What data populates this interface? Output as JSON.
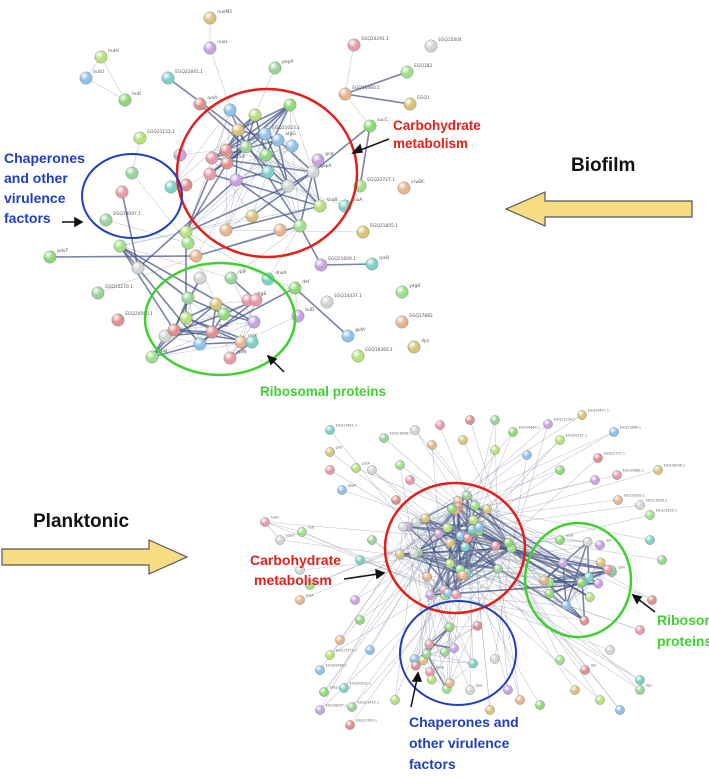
{
  "colors": {
    "carbohydrate": "#e0201a",
    "chaperones": "#1f3fbf",
    "ribosomal": "#3fd12f",
    "black": "#111111",
    "arrow_fill": "#f8dc82",
    "arrow_stroke": "#555555"
  },
  "labels": {
    "biofilm": "Biofilm",
    "planktonic": "Planktonic"
  },
  "top_network": {
    "carb": [
      "Carbohydrate",
      "metabolism"
    ],
    "chap": [
      "Chaperones",
      "and other",
      "virulence",
      "factors"
    ],
    "ribo": "Ribosomal proteins",
    "nodes": [
      {
        "t": "nuoM2"
      },
      {
        "t": "hutH"
      },
      {
        "t": "hutU"
      },
      {
        "t": "hutI"
      },
      {
        "t": "nuoL"
      },
      {
        "t": "EGQ21841.1"
      },
      {
        "t": "pepP"
      },
      {
        "t": "aroA"
      },
      {
        "t": "EGQ20291.1"
      },
      {
        "t": "EGQ15404"
      },
      {
        "t": "EGQ182"
      },
      {
        "t": "EGQ16460.1"
      },
      {
        "t": "EGQ1"
      },
      {
        "t": "EGQ21152.1"
      },
      {
        "t": "EGQ21023.1"
      },
      {
        "t": "sucC"
      },
      {
        "t": "gnd"
      },
      {
        "t": "tnaA"
      },
      {
        "t": "EGQ18097.1"
      },
      {
        "t": "pckA"
      },
      {
        "t": "glsA"
      },
      {
        "t": "gapA"
      },
      {
        "t": "EGQ22727.1"
      },
      {
        "t": "crwBC"
      },
      {
        "t": "EGQ21855.1"
      },
      {
        "t": "tnaB"
      },
      {
        "t": "atpG"
      },
      {
        "t": "pdxT"
      },
      {
        "t": "EGQ21609.1"
      },
      {
        "t": "rpsB"
      },
      {
        "t": "EGQ15270.1"
      },
      {
        "t": "EGQ20560.1"
      },
      {
        "t": "ybgB"
      },
      {
        "t": "EGQ14437.1"
      },
      {
        "t": "yagB"
      },
      {
        "t": "EGQ17882"
      },
      {
        "t": "dps"
      },
      {
        "t": "EGQ16365.1"
      },
      {
        "t": "gidA"
      },
      {
        "t": "def"
      },
      {
        "t": "tolD"
      },
      {
        "t": "dnaA"
      },
      {
        "t": "rplF"
      },
      {
        "t": "rpsE"
      },
      {
        "t": "rplN"
      },
      {
        "t": "rplM"
      },
      {
        "t": "rpsJ"
      },
      {
        "t": "rplX"
      }
    ]
  },
  "bottom_network": {
    "carb": [
      "Carbohydrate",
      "metabolism"
    ],
    "chap": [
      "Chaperones  and",
      "other virulence",
      "factors"
    ],
    "ribo": [
      "Ribosomal",
      "proteins"
    ],
    "nodes": [
      {
        "t": "EGQ14427.1"
      },
      {
        "t": "EGQ20291.1"
      },
      {
        "t": "EGQ21866.1"
      },
      {
        "t": "EGQ16460.1"
      },
      {
        "t": "EGQ21109.1"
      },
      {
        "t": "EGQ17841.1"
      },
      {
        "t": "EGQ21608.1"
      },
      {
        "t": "EGQ22727.1"
      },
      {
        "t": "EGQ19882.1"
      },
      {
        "t": "EGQ17858.1"
      },
      {
        "t": "EGQ21855.1"
      },
      {
        "t": "EGQ16283.1"
      },
      {
        "t": "EGQ18036.1"
      },
      {
        "t": "EGQ15270.1"
      },
      {
        "t": "EGQ20540.1"
      },
      {
        "t": "EGQ19749.1"
      },
      {
        "t": "EGQ18097.1"
      },
      {
        "t": "EGQ20202.1"
      },
      {
        "t": "EGQ22415.1"
      },
      {
        "t": "EGQ21390.1"
      },
      {
        "t": "hutH"
      },
      {
        "t": "hutU"
      },
      {
        "t": "hutI"
      },
      {
        "t": "tnaA"
      },
      {
        "t": "gnd"
      },
      {
        "t": "pckA"
      },
      {
        "t": "gapA"
      },
      {
        "t": "rpsB"
      },
      {
        "t": "rplF"
      },
      {
        "t": "rplN"
      },
      {
        "t": "dps"
      },
      {
        "t": "def"
      },
      {
        "t": "dnaK"
      },
      {
        "t": "groL"
      }
    ]
  }
}
